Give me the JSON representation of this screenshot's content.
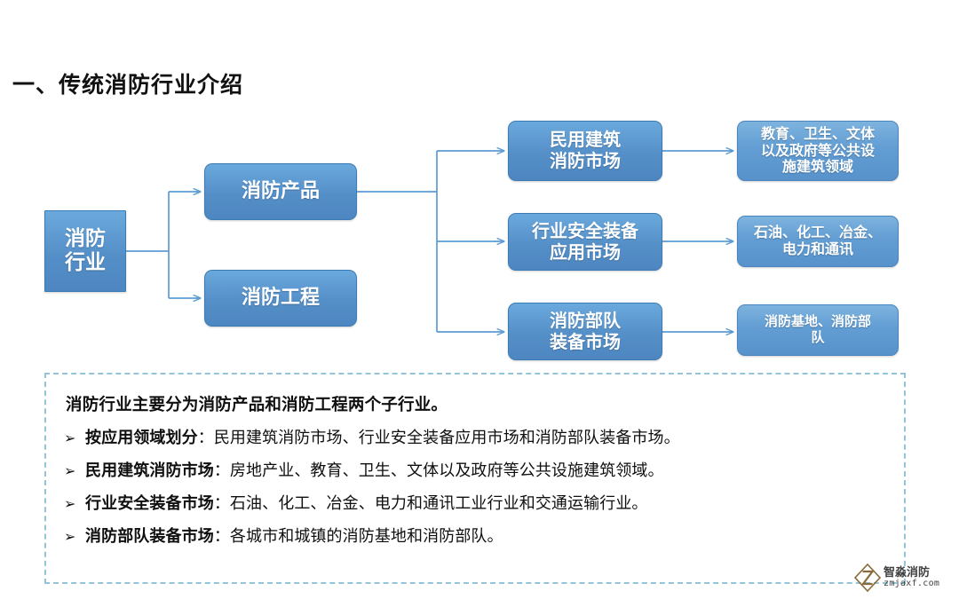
{
  "slide": {
    "title": "一、传统消防行业介绍",
    "background": "#ffffff"
  },
  "colors": {
    "node_fill": "#5b9bd5",
    "node_fill_light": "#6ba3d8",
    "node_border": "#3c7cb4",
    "connector": "#5b9bd5",
    "panel_dash_border": "#93c4d8",
    "text_dark": "#0f0f0f",
    "node_text": "#ffffff"
  },
  "flowchart": {
    "root": {
      "label": "消防\n行业",
      "shape": "rectangle"
    },
    "level2": [
      {
        "id": "product",
        "label": "消防产品",
        "shape": "rounded-rectangle"
      },
      {
        "id": "engineering",
        "label": "消防工程",
        "shape": "rounded-rectangle"
      }
    ],
    "level3": [
      {
        "id": "civil",
        "label": "民用建筑\n消防市场",
        "shape": "rounded-rectangle"
      },
      {
        "id": "industry",
        "label": "行业安全装备\n应用市场",
        "shape": "rounded-rectangle"
      },
      {
        "id": "brigade",
        "label": "消防部队\n装备市场",
        "shape": "rounded-rectangle"
      }
    ],
    "level4": [
      {
        "id": "civil-detail",
        "label": "教育、卫生、文体\n以及政府等公共设\n施建筑领域",
        "shape": "rounded-rectangle"
      },
      {
        "id": "industry-detail",
        "label": "石油、化工、冶金、\n电力和通讯",
        "shape": "rounded-rectangle"
      },
      {
        "id": "brigade-detail",
        "label": "消防基地、消防部\n队",
        "shape": "rounded-rectangle"
      }
    ],
    "arrow_icon": "arrow-right-icon"
  },
  "notes": {
    "heading": "消防行业主要分为消防产品和消防工程两个子行业。",
    "bullet_glyph": "➢",
    "items": [
      {
        "term": "按应用领域划分",
        "separator": "：",
        "detail": "民用建筑消防市场、行业安全装备应用市场和消防部队装备市场。"
      },
      {
        "term": "民用建筑消防市场",
        "separator": "：",
        "detail": "房地产业、教育、卫生、文体以及政府等公共设施建筑领域。"
      },
      {
        "term": "行业安全装备市场",
        "separator": "：",
        "detail": "石油、化工、冶金、电力和通讯工业行业和交通运输行业。"
      },
      {
        "term": "消防部队装备市场",
        "separator": "：",
        "detail": "各城市和城镇的消防基地和消防部队。"
      }
    ]
  },
  "watermark": {
    "name": "智淼消防",
    "url": "zmjaxf.com",
    "icon": "diamond-logo-icon"
  }
}
